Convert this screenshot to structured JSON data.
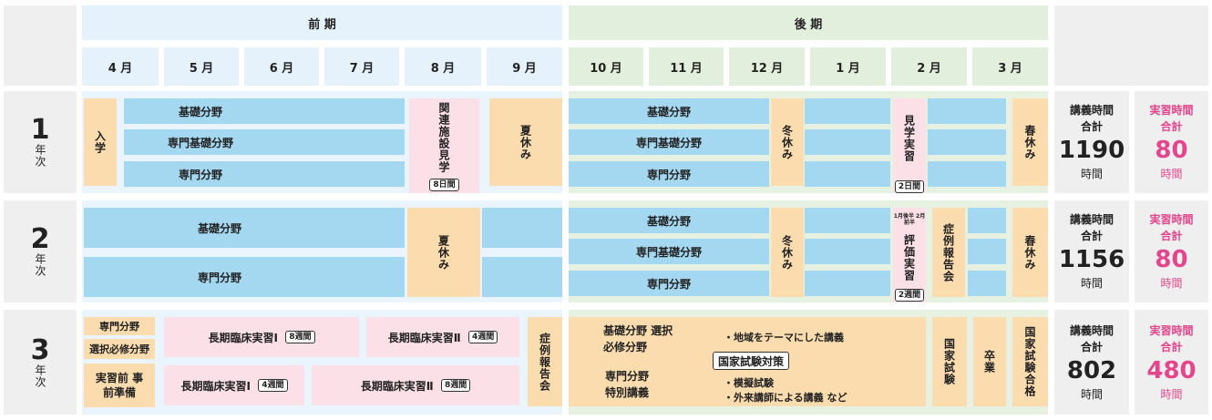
{
  "header": {
    "front_period": "前 期",
    "back_period": "後 期",
    "months": [
      "4 月",
      "5 月",
      "6 月",
      "7 月",
      "8 月",
      "9 月",
      "10 月",
      "11 月",
      "12 月",
      "1 月",
      "2 月",
      "3 月"
    ]
  },
  "years": [
    {
      "num": "1",
      "label": "年次"
    },
    {
      "num": "2",
      "label": "年次"
    },
    {
      "num": "3",
      "label": "年次"
    }
  ],
  "year1": {
    "nyugaku": "入学",
    "kiso": "基礎分野",
    "senmon_kiso": "専門基礎分野",
    "senmon": "専門分野",
    "kanren": "関連施設見学",
    "kanren_tag": "8日間",
    "summer": "夏休み",
    "winter": "冬休み",
    "kengaku": "見学実習",
    "kengaku_tag": "2日間",
    "spring": "春休み"
  },
  "year2": {
    "kiso": "基礎分野",
    "senmon": "専門分野",
    "summer": "夏休み",
    "b_kiso": "基礎分野",
    "b_senmon_kiso": "専門基礎分野",
    "b_senmon": "専門分野",
    "winter": "冬休み",
    "hyoka_note": "1月後半 2月前半",
    "hyoka": "評価実習",
    "hyoka_tag": "2週間",
    "shorei": "症例報告会",
    "spring": "春休み"
  },
  "year3": {
    "senmon": "専門分野",
    "sentaku": "選択必修分野",
    "jizen": "実習前 事前準備",
    "choki1_top": "長期臨床実習Ⅰ",
    "choki1_top_tag": "8週間",
    "choki2_top": "長期臨床実習Ⅱ",
    "choki2_top_tag": "4週間",
    "choki1_bot": "長期臨床実習Ⅰ",
    "choki1_bot_tag": "4週間",
    "choki2_bot": "長期臨床実習Ⅱ",
    "choki2_bot_tag": "8週間",
    "shorei": "症例報告会",
    "kiso_sentaku": "基礎分野 選択必修分野",
    "chiiki": "・地域をテーマにした講義",
    "kokushi_taisaku": "国家試験対策",
    "senmon_tokubetsu": "専門分野 特別講義",
    "mogi": "・模擬試験",
    "gairai": "・外来講師による講義 など",
    "kokka": "国家試験",
    "sotsugyo": "卒業",
    "gokaku": "国家試験合格"
  },
  "totals": [
    {
      "lecture_title": "講義時間 合計",
      "lecture_value": "1190",
      "lecture_unit": "時間",
      "practice_title": "実習時間 合計",
      "practice_value": "80",
      "practice_unit": "時間"
    },
    {
      "lecture_title": "講義時間 合計",
      "lecture_value": "1156",
      "lecture_unit": "時間",
      "practice_title": "実習時間 合計",
      "practice_value": "80",
      "practice_unit": "時間"
    },
    {
      "lecture_title": "講義時間 合計",
      "lecture_value": "802",
      "lecture_unit": "時間",
      "practice_title": "実習時間 合計",
      "practice_value": "480",
      "practice_unit": "時間"
    }
  ],
  "colors": {
    "lecture_blue": "#a4d8f1",
    "holiday_peach": "#fbdcaf",
    "practice_pink": "#fbe0e8",
    "accent_pink": "#e4458b"
  }
}
